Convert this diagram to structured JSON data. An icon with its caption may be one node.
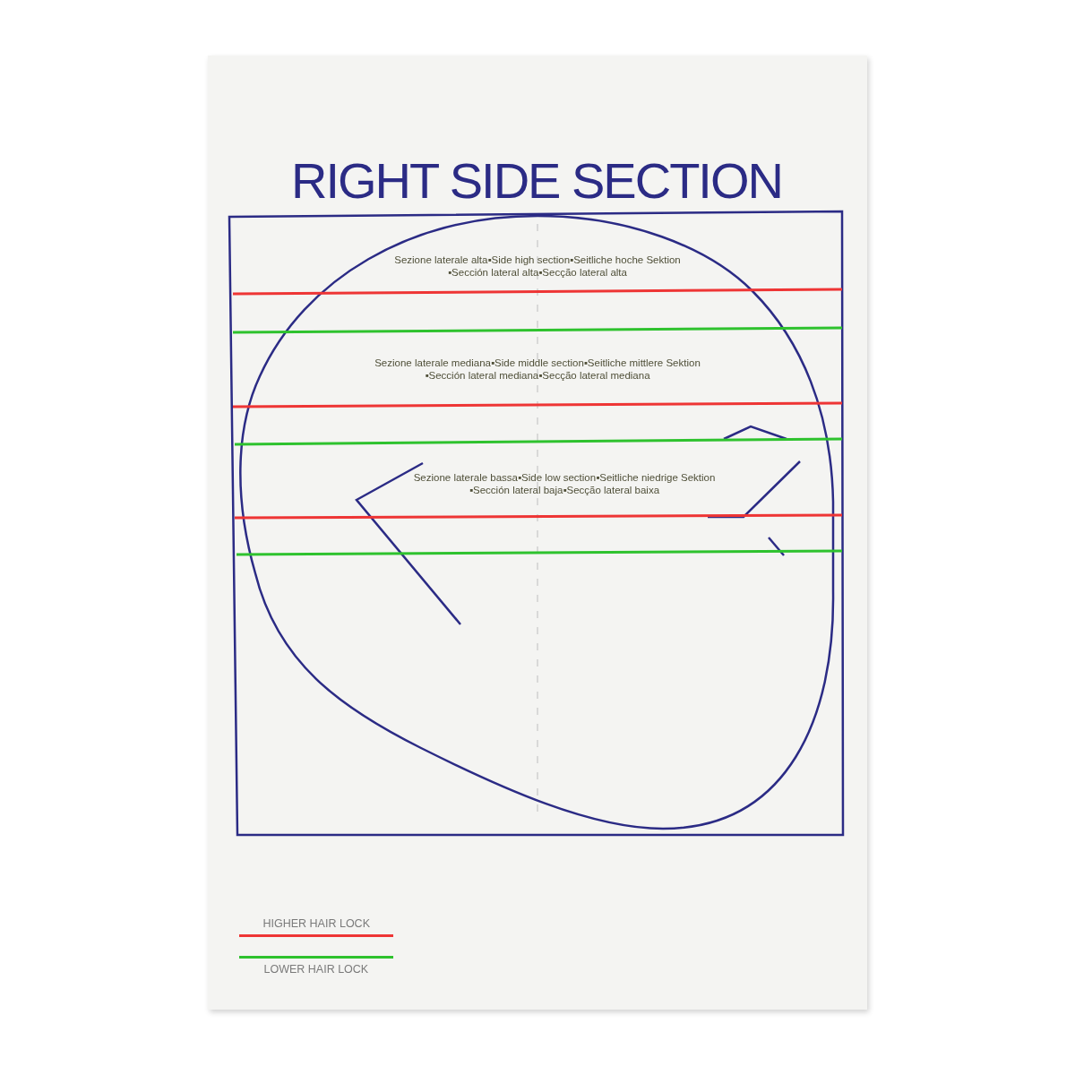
{
  "diagram": {
    "title": "RIGHT SIDE SECTION",
    "labels": [
      "Sezione laterale alta▪Side high section▪Seitliche hoche Sektion ▪Sección lateral alta▪Secção lateral alta",
      "Sezione laterale mediana▪Side middle section▪Seitliche mittlere Sektion ▪Sección lateral mediana▪Secção lateral mediana",
      "Sezione laterale bassa▪Side low section▪Seitliche niedrige Sektion ▪Sección lateral baja▪Secção lateral baixa"
    ],
    "legend": [
      {
        "text": "HIGHER HAIR LOCK"
      },
      {
        "text": "LOWER HAIR LOCK"
      }
    ]
  }
}
